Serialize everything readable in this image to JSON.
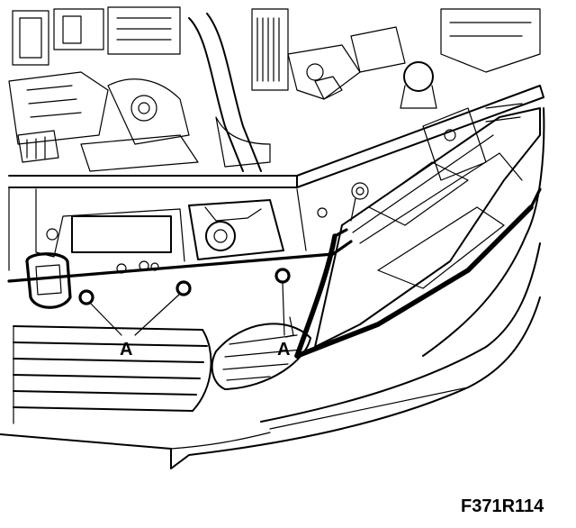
{
  "figure": {
    "code": "F371R114",
    "callout_label": "A",
    "callouts": [
      "A",
      "A"
    ],
    "colors": {
      "line": "#000000",
      "background": "#ffffff"
    }
  }
}
